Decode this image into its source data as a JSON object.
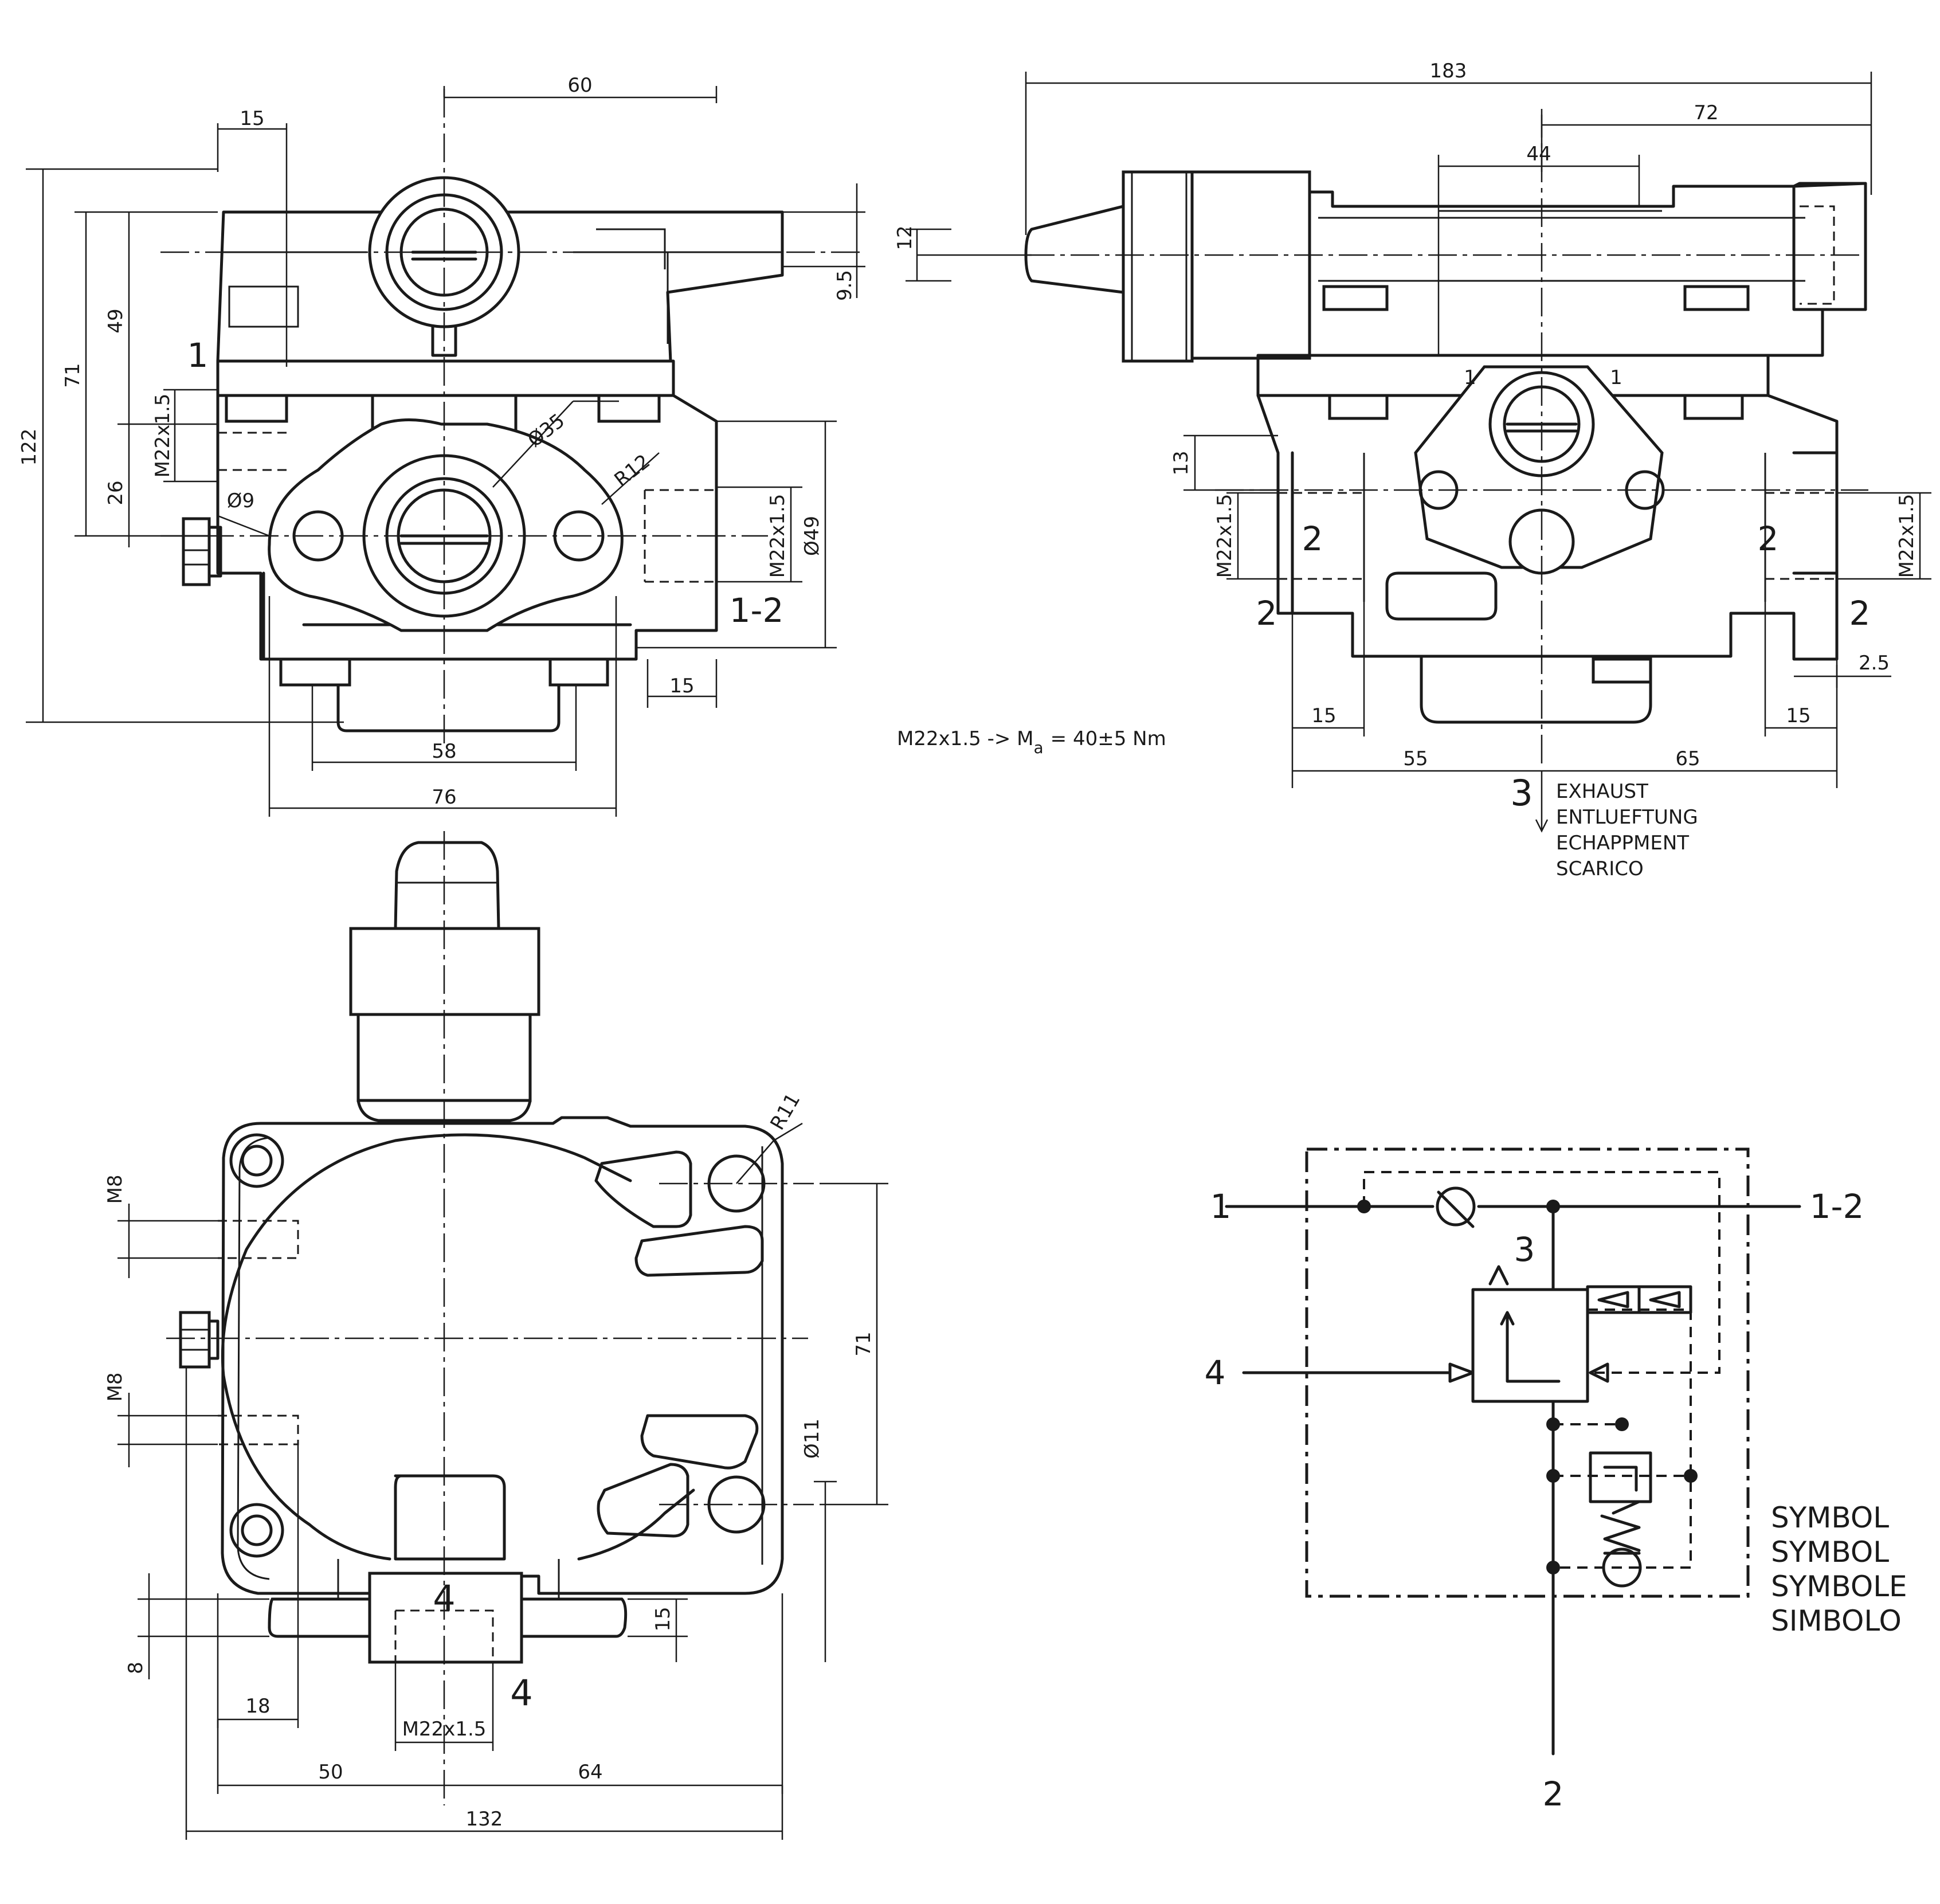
{
  "view_front": {
    "port_1": "1",
    "port_1_2": "1-2",
    "dims": {
      "d60": "60",
      "d15_top": "15",
      "d122": "122",
      "d71": "71",
      "d49": "49",
      "d26": "26",
      "m22_left": "M22x1.5",
      "d12_na": "",
      "d9_5": "9.5",
      "dia35": "Ø35",
      "r12": "R12",
      "dia9": "Ø9",
      "m22_right": "M22x1.5",
      "dia49": "Ø49",
      "d15_bottom": "15",
      "d58": "58",
      "d76": "76"
    }
  },
  "view_side": {
    "port_1_left": "1",
    "port_1_right": "1",
    "port_2_inner_left": "2",
    "port_2_inner_right": "2",
    "port_2_outer_left": "2",
    "port_2_outer_right": "2",
    "port_3": "3",
    "dims": {
      "d183": "183",
      "d72": "72",
      "d44": "44",
      "d12": "12",
      "d13": "13",
      "m22_left": "M22x1.5",
      "m22_right": "M22x1.5",
      "d2_5": "2.5",
      "d15_left": "15",
      "d15_right": "15",
      "d55": "55",
      "d65": "65"
    },
    "exhaust_labels": [
      "EXHAUST",
      "ENTLUEFTUNG",
      "ECHAPPMENT",
      "SCARICO"
    ]
  },
  "torque_note": {
    "prefix": "M22x1.5 -> M",
    "subscript": "a",
    "suffix": "= 40±5 Nm"
  },
  "view_bottom": {
    "port_4_body": "4",
    "port_4_label": "4",
    "dims": {
      "r11": "R11",
      "m8_top": "M8",
      "m8_bottom": "M8",
      "d71": "71",
      "dia11": "Ø11",
      "d15": "15",
      "d8": "8",
      "d18": "18",
      "m22": "M22x1.5",
      "d50": "50",
      "d64": "64",
      "d132": "132"
    }
  },
  "symbol": {
    "port_1": "1",
    "port_1_2": "1-2",
    "port_3": "3",
    "port_4": "4",
    "port_2": "2",
    "legend": [
      "SYMBOL",
      "SYMBOL",
      "SYMBOLE",
      "SIMBOLO"
    ]
  }
}
